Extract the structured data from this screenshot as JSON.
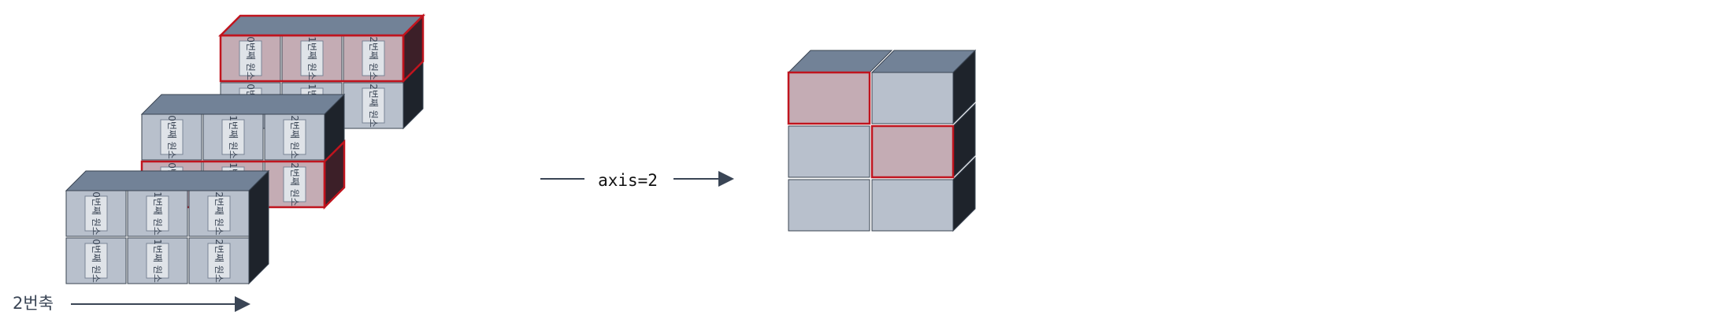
{
  "left": {
    "layers": [
      {
        "rows": [
          {
            "labels": [
              "0번째 원소",
              "1번째 원소",
              "2번째 원소"
            ],
            "highlight": true
          },
          {
            "labels": [
              "0번째 원소",
              "1번째 원소",
              "2번째 원소"
            ],
            "highlight": false
          }
        ]
      },
      {
        "rows": [
          {
            "labels": [
              "0번째 원소",
              "1번째 원소",
              "2번째 원소"
            ],
            "highlight": false
          },
          {
            "labels": [
              "0번째 원소",
              "1번째 원소",
              "2번째 원소"
            ],
            "highlight": true
          }
        ]
      },
      {
        "rows": [
          {
            "labels": [
              "0번째 원소",
              "1번째 원소",
              "2번째 원소"
            ],
            "highlight": false
          },
          {
            "labels": [
              "0번째 원소",
              "1번째 원소",
              "2번째 원소"
            ],
            "highlight": false
          }
        ]
      }
    ],
    "axis_label": "2번축"
  },
  "middle": {
    "label": "axis=2"
  },
  "right": {
    "rows": 3,
    "cols": 2,
    "highlighted": [
      [
        0,
        0
      ],
      [
        1,
        1
      ]
    ]
  },
  "colors": {
    "face": "#b8c0cc",
    "face_highlight": "#c4acb4",
    "top": "#728297",
    "side": "#1e232b",
    "edge": "#3a4452",
    "highlight_border": "#c0141e",
    "label_box": "#dfe3e8",
    "text": "#3a4555",
    "arrow": "#3a4555"
  }
}
